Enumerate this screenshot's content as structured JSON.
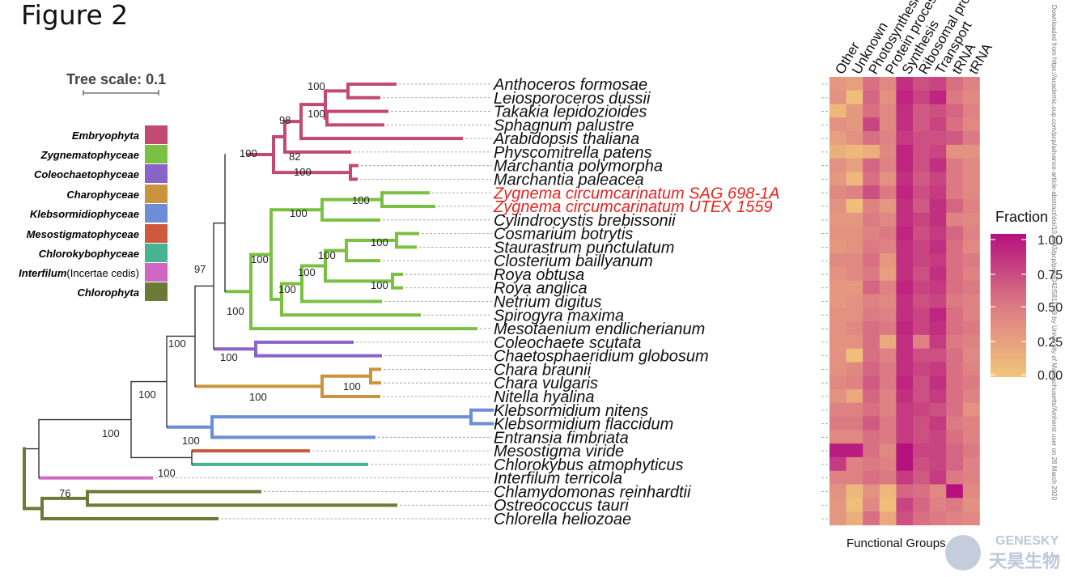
{
  "figure_title": "Figure 2",
  "tree_scale_label": "Tree scale: 0.1",
  "legend": [
    {
      "label": "Embryophyta",
      "color": "#c24a72"
    },
    {
      "label": "Zygnematophyceae",
      "color": "#7ac143"
    },
    {
      "label": "Coleochaetophyceae",
      "color": "#8a63c9"
    },
    {
      "label": "Charophyceae",
      "color": "#c9943d"
    },
    {
      "label": "Klebsormidiophyceae",
      "color": "#6b8ed6"
    },
    {
      "label": "Mesostigmatophyceae",
      "color": "#cd5a3c"
    },
    {
      "label": "Chlorokybophyceae",
      "color": "#47b391"
    },
    {
      "label": "Interfilum",
      "label_suffix": "(Incertae cedis)",
      "color": "#d067c2"
    },
    {
      "label": "Chlorophyta",
      "color": "#6b7a34"
    }
  ],
  "taxa": [
    {
      "name": "Anthoceros formosae",
      "highlight": false
    },
    {
      "name": "Leiosporoceros dussii",
      "highlight": false
    },
    {
      "name": "Takakia lepidozioides",
      "highlight": false
    },
    {
      "name": "Sphagnum palustre",
      "highlight": false
    },
    {
      "name": "Arabidopsis thaliana",
      "highlight": false
    },
    {
      "name": "Physcomitrella patens",
      "highlight": false
    },
    {
      "name": "Marchantia polymorpha",
      "highlight": false
    },
    {
      "name": "Marchantia paleacea",
      "highlight": false
    },
    {
      "name": "Zygnema circumcarinatum SAG 698-1A",
      "highlight": true
    },
    {
      "name": "Zygnema circumcarinatum UTEX 1559",
      "highlight": true
    },
    {
      "name": "Cylindrocystis brebissonii",
      "highlight": false
    },
    {
      "name": "Cosmarium botrytis",
      "highlight": false
    },
    {
      "name": "Staurastrum punctulatum",
      "highlight": false
    },
    {
      "name": "Closterium baillyanum",
      "highlight": false
    },
    {
      "name": "Roya obtusa",
      "highlight": false
    },
    {
      "name": "Roya anglica",
      "highlight": false
    },
    {
      "name": "Netrium digitus",
      "highlight": false
    },
    {
      "name": "Spirogyra maxima",
      "highlight": false
    },
    {
      "name": "Mesotaenium endlicherianum",
      "highlight": false
    },
    {
      "name": "Coleochaete scutata",
      "highlight": false
    },
    {
      "name": "Chaetosphaeridium globosum",
      "highlight": false
    },
    {
      "name": "Chara braunii",
      "highlight": false
    },
    {
      "name": "Chara vulgaris",
      "highlight": false
    },
    {
      "name": "Nitella hyalina",
      "highlight": false
    },
    {
      "name": "Klebsormidium nitens",
      "highlight": false
    },
    {
      "name": "Klebsormidium flaccidum",
      "highlight": false
    },
    {
      "name": "Entransia fimbriata",
      "highlight": false
    },
    {
      "name": "Mesostigma viride",
      "highlight": false
    },
    {
      "name": "Chlorokybus atmophyticus",
      "highlight": false
    },
    {
      "name": "Interfilum terricola",
      "highlight": false
    },
    {
      "name": "Chlamydomonas reinhardtii",
      "highlight": false
    },
    {
      "name": "Ostreococcus tauri",
      "highlight": false
    },
    {
      "name": "Chlorella heliozoae",
      "highlight": false
    }
  ],
  "bootstrap_labels": [
    "100",
    "100",
    "98",
    "82",
    "100",
    "100",
    "100",
    "100",
    "100",
    "100",
    "100",
    "100",
    "100",
    "100",
    "100",
    "97",
    "100",
    "100",
    "100",
    "100",
    "100",
    "100",
    "100",
    "100",
    "76"
  ],
  "heatmap": {
    "columns": [
      "Other",
      "Unknown",
      "Photosynthesis",
      "Protein process",
      "Synthesis",
      "Ribosomal protein",
      "Transport",
      "tRNA",
      "tRNA"
    ],
    "xlabel": "Functional Groups",
    "legend_title": "Fraction",
    "legend_ticks": [
      "1.00",
      "0.75",
      "0.50",
      "0.25",
      "0.00"
    ],
    "values": [
      [
        0.3,
        0.25,
        0.55,
        0.4,
        0.85,
        0.7,
        0.75,
        0.55,
        0.45
      ],
      [
        0.35,
        0.05,
        0.6,
        0.35,
        0.9,
        0.75,
        0.9,
        0.5,
        0.4
      ],
      [
        0.1,
        0.3,
        0.55,
        0.4,
        0.85,
        0.65,
        0.7,
        0.6,
        0.45
      ],
      [
        0.35,
        0.3,
        0.75,
        0.4,
        0.85,
        0.65,
        0.75,
        0.55,
        0.4
      ],
      [
        0.25,
        0.35,
        0.55,
        0.45,
        0.8,
        0.7,
        0.7,
        0.65,
        0.5
      ],
      [
        0.15,
        0.1,
        0.15,
        0.4,
        0.9,
        0.7,
        0.75,
        0.35,
        0.35
      ],
      [
        0.35,
        0.25,
        0.6,
        0.45,
        0.9,
        0.7,
        0.85,
        0.5,
        0.4
      ],
      [
        0.3,
        0.1,
        0.55,
        0.35,
        0.85,
        0.65,
        0.75,
        0.5,
        0.4
      ],
      [
        0.4,
        0.45,
        0.7,
        0.5,
        0.9,
        0.7,
        0.8,
        0.5,
        0.4
      ],
      [
        0.35,
        0.05,
        0.45,
        0.3,
        0.85,
        0.65,
        0.85,
        0.6,
        0.45
      ],
      [
        0.3,
        0.3,
        0.5,
        0.4,
        0.85,
        0.75,
        0.85,
        0.45,
        0.4
      ],
      [
        0.35,
        0.35,
        0.45,
        0.5,
        0.9,
        0.7,
        0.8,
        0.6,
        0.45
      ],
      [
        0.3,
        0.35,
        0.5,
        0.45,
        0.85,
        0.75,
        0.85,
        0.55,
        0.4
      ],
      [
        0.4,
        0.4,
        0.55,
        0.3,
        0.85,
        0.75,
        0.8,
        0.55,
        0.5
      ],
      [
        0.35,
        0.4,
        0.5,
        0.25,
        0.85,
        0.7,
        0.85,
        0.55,
        0.45
      ],
      [
        0.3,
        0.3,
        0.6,
        0.45,
        0.9,
        0.75,
        0.8,
        0.55,
        0.5
      ],
      [
        0.3,
        0.35,
        0.45,
        0.4,
        0.85,
        0.7,
        0.75,
        0.5,
        0.45
      ],
      [
        0.35,
        0.35,
        0.5,
        0.45,
        0.85,
        0.75,
        0.9,
        0.55,
        0.45
      ],
      [
        0.35,
        0.4,
        0.55,
        0.5,
        0.9,
        0.75,
        0.85,
        0.55,
        0.5
      ],
      [
        0.35,
        0.35,
        0.55,
        0.2,
        0.85,
        0.45,
        0.8,
        0.5,
        0.45
      ],
      [
        0.35,
        0.05,
        0.55,
        0.45,
        0.85,
        0.7,
        0.7,
        0.55,
        0.4
      ],
      [
        0.35,
        0.4,
        0.6,
        0.5,
        0.85,
        0.75,
        0.8,
        0.55,
        0.45
      ],
      [
        0.4,
        0.45,
        0.65,
        0.5,
        0.9,
        0.7,
        0.85,
        0.55,
        0.5
      ],
      [
        0.35,
        0.2,
        0.6,
        0.45,
        0.85,
        0.7,
        0.8,
        0.55,
        0.45
      ],
      [
        0.45,
        0.45,
        0.55,
        0.45,
        0.8,
        0.75,
        0.7,
        0.55,
        0.35
      ],
      [
        0.5,
        0.5,
        0.65,
        0.5,
        0.8,
        0.7,
        0.8,
        0.5,
        0.45
      ],
      [
        0.4,
        0.4,
        0.55,
        0.5,
        0.8,
        0.7,
        0.75,
        0.55,
        0.45
      ],
      [
        0.95,
        0.95,
        0.55,
        0.4,
        1.0,
        0.75,
        0.75,
        0.6,
        0.5
      ],
      [
        0.8,
        0.45,
        0.5,
        0.45,
        1.0,
        0.7,
        0.75,
        0.6,
        0.45
      ],
      [
        0.45,
        0.45,
        0.55,
        0.5,
        0.8,
        0.65,
        0.8,
        0.5,
        0.45
      ],
      [
        0.35,
        0.1,
        0.35,
        0.1,
        0.6,
        0.55,
        0.4,
        1.0,
        0.4
      ],
      [
        0.3,
        0.05,
        0.4,
        0.05,
        0.75,
        0.6,
        0.45,
        0.5,
        0.35
      ],
      [
        0.3,
        0.15,
        0.55,
        0.2,
        0.7,
        0.55,
        0.5,
        0.45,
        0.4
      ]
    ]
  },
  "side_note": "Downloaded from https://academic.oup.com/pcp/advance-article-abstract/doi/10.1093/pcp/pcaa042/5811179 by University of Massachusetts/Amherst user on 28 March 2020",
  "watermark": {
    "brand": "GENESKY",
    "chinese": "天昊生物"
  }
}
